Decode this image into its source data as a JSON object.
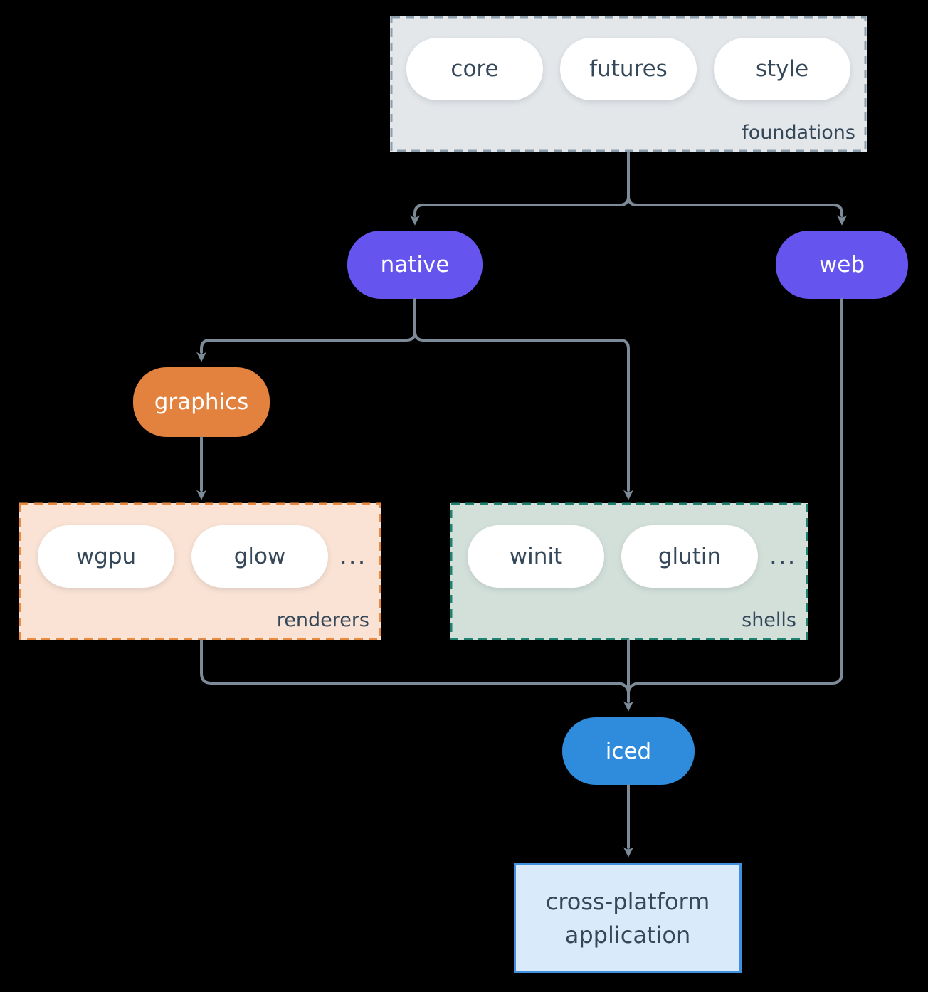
{
  "diagram": {
    "groups": {
      "foundations": {
        "label": "foundations",
        "items": [
          "core",
          "futures",
          "style"
        ]
      },
      "renderers": {
        "label": "renderers",
        "items": [
          "wgpu",
          "glow"
        ],
        "more": "..."
      },
      "shells": {
        "label": "shells",
        "items": [
          "winit",
          "glutin"
        ],
        "more": "..."
      }
    },
    "nodes": {
      "native": {
        "label": "native"
      },
      "web": {
        "label": "web"
      },
      "graphics": {
        "label": "graphics"
      },
      "iced": {
        "label": "iced"
      },
      "application": {
        "label": "cross-platform application"
      }
    },
    "edges": [
      {
        "from": "foundations",
        "to": "native"
      },
      {
        "from": "foundations",
        "to": "web"
      },
      {
        "from": "native",
        "to": "graphics"
      },
      {
        "from": "native",
        "to": "shells"
      },
      {
        "from": "graphics",
        "to": "renderers"
      },
      {
        "from": "renderers",
        "to": "iced"
      },
      {
        "from": "shells",
        "to": "iced"
      },
      {
        "from": "web",
        "to": "iced"
      },
      {
        "from": "iced",
        "to": "application"
      }
    ],
    "colors": {
      "background": "#000000",
      "arrow": "#7d8a97",
      "node_purple": "#6554ee",
      "node_orange": "#e2823e",
      "node_blue": "#2f8bdc",
      "foundations_fill": "#e3e7ea",
      "foundations_border": "#8d9dac",
      "renderers_fill": "#fae3d4",
      "renderers_border": "#ea8a41",
      "shells_fill": "#d3e0da",
      "shells_border": "#1f8170",
      "application_fill": "#d9eafa",
      "application_border": "#3f90de",
      "text_dark": "#35485a",
      "text_light": "#ffffff"
    }
  }
}
